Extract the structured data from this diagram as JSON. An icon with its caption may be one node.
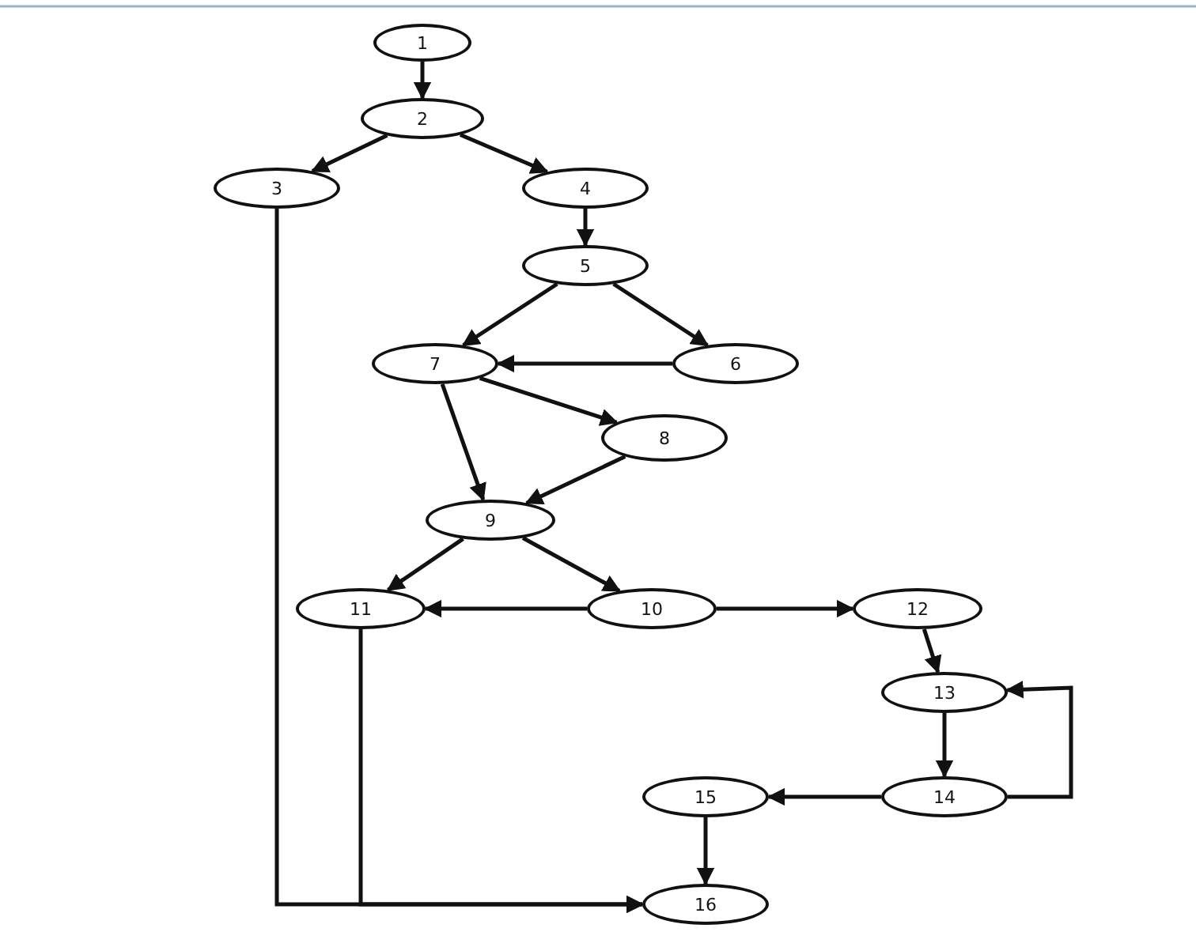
{
  "diagram": {
    "nodes": [
      {
        "text": [
          "1"
        ]
      },
      {
        "text": [
          "2"
        ]
      },
      {
        "text": [
          "3"
        ]
      },
      {
        "text": [
          "4"
        ]
      },
      {
        "text": [
          "5"
        ]
      },
      {
        "text": [
          "6"
        ]
      },
      {
        "text": [
          "7"
        ]
      },
      {
        "text": [
          "8"
        ]
      },
      {
        "text": [
          "9"
        ]
      },
      {
        "text": [
          "10"
        ]
      },
      {
        "text": [
          "11"
        ]
      },
      {
        "text": [
          "12"
        ]
      },
      {
        "text": [
          "13"
        ]
      },
      {
        "text": [
          "14"
        ]
      },
      {
        "text": [
          "15"
        ]
      },
      {
        "text": [
          "16"
        ]
      }
    ],
    "edges": [
      {
        "from": 0,
        "to": 1,
        "arrow": "to"
      },
      {
        "from": 1,
        "to": 2,
        "arrow": "to"
      },
      {
        "from": 1,
        "to": 3,
        "arrow": "to"
      },
      {
        "from": 3,
        "to": 4,
        "arrow": "to"
      },
      {
        "from": 4,
        "to": 6,
        "arrow": "to"
      },
      {
        "from": 4,
        "to": 5,
        "arrow": "to"
      },
      {
        "from": 5,
        "to": 6,
        "arrow": "to"
      },
      {
        "from": 6,
        "to": 7,
        "arrow": "to"
      },
      {
        "from": 6,
        "to": 8,
        "arrow": "to"
      },
      {
        "from": 7,
        "to": 8,
        "arrow": "to"
      },
      {
        "from": 8,
        "to": 10,
        "arrow": "to"
      },
      {
        "from": 8,
        "to": 9,
        "arrow": "to"
      },
      {
        "from": 9,
        "to": 10,
        "arrow": "to"
      },
      {
        "from": 9,
        "to": 11,
        "arrow": "to"
      },
      {
        "from": 11,
        "to": 12,
        "arrow": "to"
      },
      {
        "from": 12,
        "to": 13,
        "arrow": "to"
      },
      {
        "from": 13,
        "to": 12,
        "arrow": "to"
      },
      {
        "from": 13,
        "to": 14,
        "arrow": "to"
      },
      {
        "from": 14,
        "to": 15,
        "arrow": "to"
      },
      {
        "from": 2,
        "to": 15,
        "arrow": "to"
      },
      {
        "from": 10,
        "to": 15,
        "arrow": "to"
      }
    ]
  }
}
